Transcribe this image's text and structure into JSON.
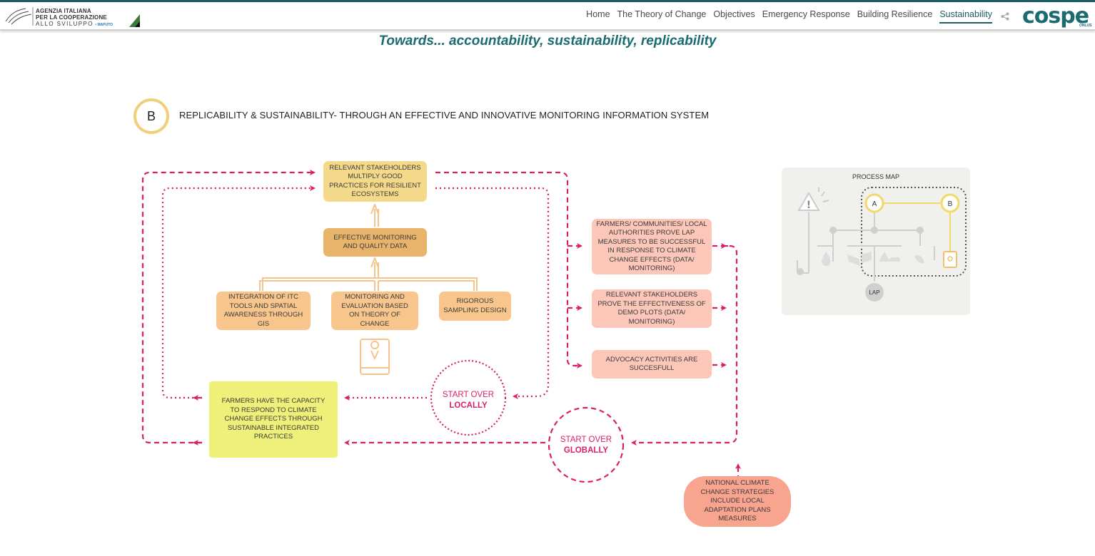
{
  "header": {
    "logo_left": {
      "line1": "AGENZIA ITALIANA",
      "line2": "PER LA COOPERAZIONE",
      "line3": "ALLO SVILUPPO",
      "line3_suffix": "• MAPUTO"
    },
    "nav": [
      {
        "label": "Home",
        "active": false
      },
      {
        "label": "The Theory of Change",
        "active": false
      },
      {
        "label": "Objectives",
        "active": false
      },
      {
        "label": "Emergency Response",
        "active": false
      },
      {
        "label": "Building Resilience",
        "active": false
      },
      {
        "label": "Sustainability",
        "active": true
      }
    ],
    "logo_right": "cospe",
    "logo_right_sub": "ONLUS",
    "accent": "#1a5c66"
  },
  "title": "Towards... accountability, sustainability, replicability",
  "section": {
    "badge": "B",
    "heading": "REPLICABILITY & SUSTAINABILITY- THROUGH AN EFFECTIVE AND INNOVATIVE MONITORING INFORMATION SYSTEM"
  },
  "diagram": {
    "nodes": {
      "stakeholders": "RELEVANT STAKEHOLDERS MULTIPLY GOOD PRACTICES FOR RESILIENT ECOSYSTEMS",
      "monitoring": "EFFECTIVE MONITORING AND QUALITY DATA",
      "itc": "INTEGRATION OF ITC TOOLS AND SPATIAL AWARENESS THROUGH GIS",
      "me": "MONITORING AND EVALUATION BASED ON THEORY OF CHANGE",
      "sampling": "RIGOROUS SAMPLING DESIGN",
      "farmers": "FARMERS HAVE THE CAPACITY TO RESPOND TO CLIMATE CHANGE EFFECTS THROUGH SUSTAINABLE INTEGRATED PRACTICES",
      "prove_lap": "FARMERS/ COMMUNITIES/ LOCAL AUTHORITIES PROVE LAP MEASURES TO BE SUCCESSFUL IN RESPONSE TO CLIMATE CHANGE EFFECTS (DATA/ MONITORING)",
      "prove_demo": "RELEVANT STAKEHOLDERS PROVE THE EFFECTIVENESS OF DEMO PLOTS (DATA/ MONITORING)",
      "advocacy": "ADVOCACY ACTIVITIES ARE SUCCESFULL",
      "national": "NATIONAL CLIMATE CHANGE STRATEGIES INCLUDE LOCAL ADAPTATION PLANS MEASURES"
    },
    "start_locally": {
      "line1": "START OVER",
      "line2": "LOCALLY"
    },
    "start_globally": {
      "line1": "START OVER",
      "line2": "GLOBALLY"
    },
    "colors": {
      "arrow": "#d91f6a",
      "yellow": "#f5d98a",
      "orange_dark": "#e8b46c",
      "orange_light": "#f8c68c",
      "lime": "#eef07a",
      "pink": "#fcc7b9",
      "salmon": "#f8a48e"
    }
  },
  "process_map": {
    "title": "PROCESS MAP",
    "node_a": "A",
    "node_b": "B",
    "lap": "LAP",
    "warning_glyph": "!"
  }
}
